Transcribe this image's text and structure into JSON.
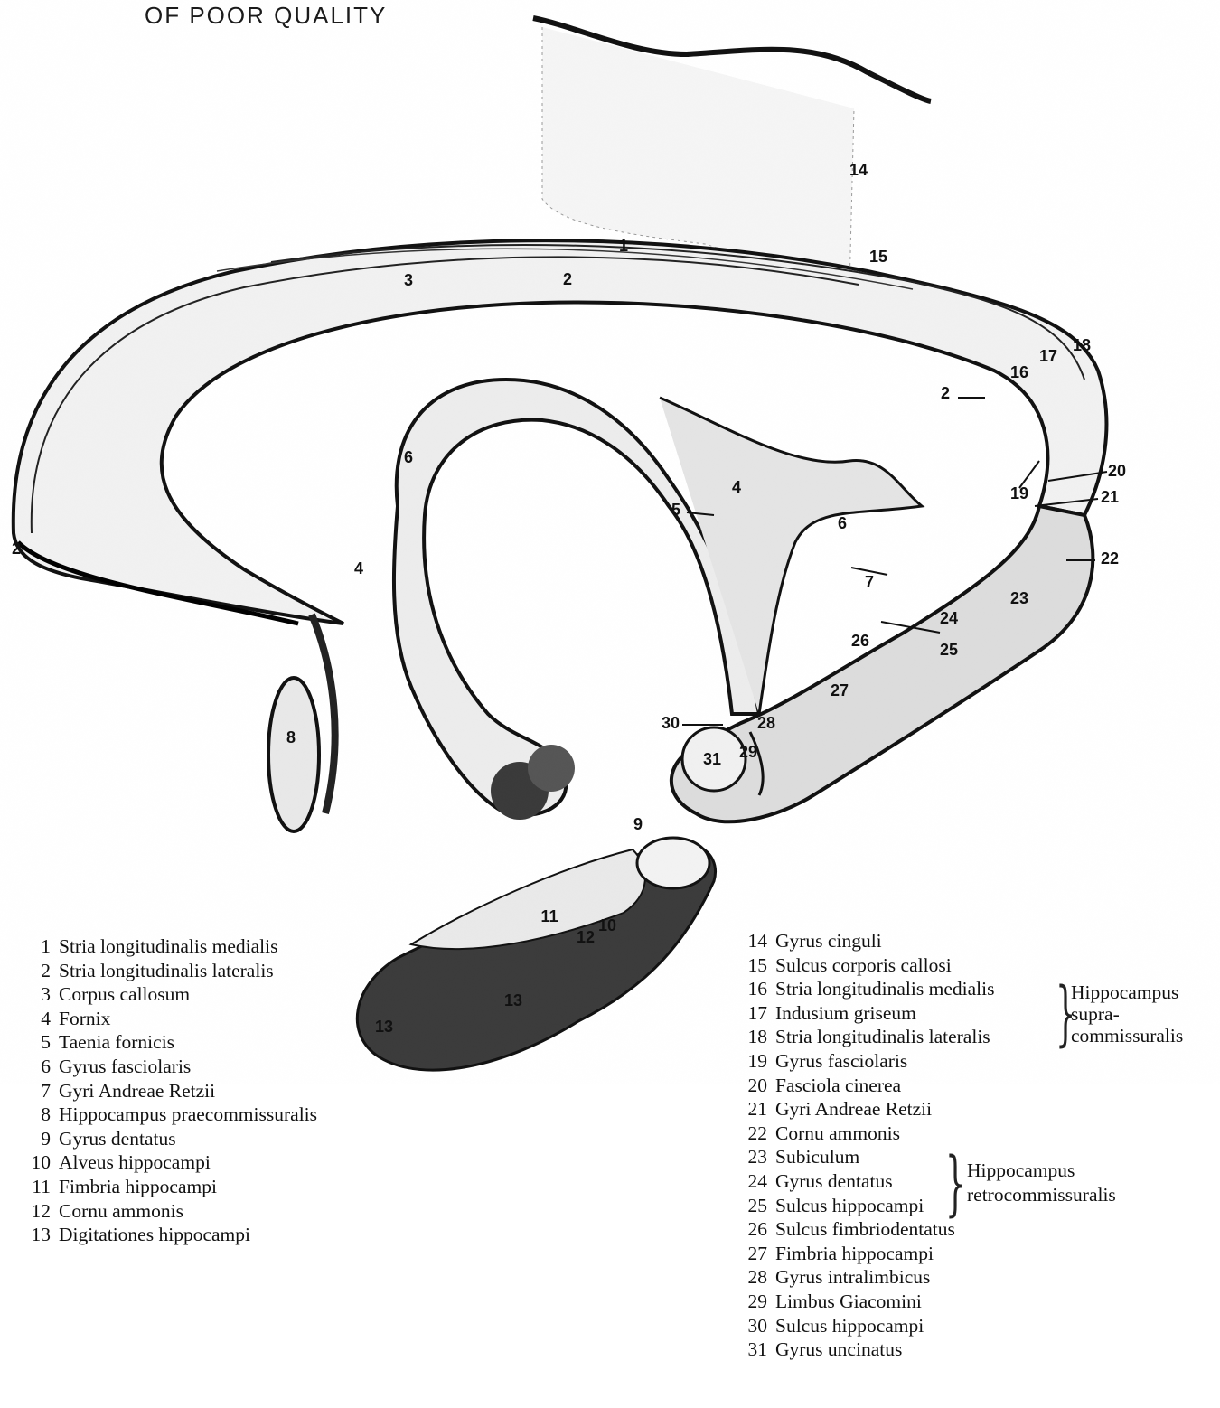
{
  "header": "OF POOR QUALITY",
  "diagram_labels": [
    "1",
    "2",
    "3",
    "4",
    "5",
    "6",
    "7",
    "8",
    "9",
    "10",
    "11",
    "12",
    "13",
    "14",
    "15",
    "16",
    "17",
    "18",
    "19",
    "20",
    "21",
    "22",
    "23",
    "24",
    "25",
    "26",
    "27",
    "28",
    "29",
    "30",
    "31"
  ],
  "legend_left": [
    {
      "num": "1",
      "text": "Stria longitudinalis medialis"
    },
    {
      "num": "2",
      "text": "Stria longitudinalis lateralis"
    },
    {
      "num": "3",
      "text": "Corpus callosum"
    },
    {
      "num": "4",
      "text": "Fornix"
    },
    {
      "num": "5",
      "text": "Taenia fornicis"
    },
    {
      "num": "6",
      "text": "Gyrus fasciolaris"
    },
    {
      "num": "7",
      "text": "Gyri Andreae Retzii"
    },
    {
      "num": "8",
      "text": "Hippocampus praecommissuralis"
    },
    {
      "num": "9",
      "text": "Gyrus dentatus"
    },
    {
      "num": "10",
      "text": "Alveus hippocampi"
    },
    {
      "num": "11",
      "text": "Fimbria hippocampi"
    },
    {
      "num": "12",
      "text": "Cornu ammonis"
    },
    {
      "num": "13",
      "text": "Digitationes hippocampi"
    }
  ],
  "legend_right": [
    {
      "num": "14",
      "text": "Gyrus cinguli"
    },
    {
      "num": "15",
      "text": "Sulcus corporis callosi"
    },
    {
      "num": "16",
      "text": "Stria longitudinalis medialis"
    },
    {
      "num": "17",
      "text": "Indusium griseum"
    },
    {
      "num": "18",
      "text": "Stria longitudinalis lateralis"
    },
    {
      "num": "19",
      "text": "Gyrus fasciolaris"
    },
    {
      "num": "20",
      "text": "Fasciola cinerea"
    },
    {
      "num": "21",
      "text": "Gyri Andreae Retzii"
    },
    {
      "num": "22",
      "text": "Cornu ammonis"
    },
    {
      "num": "23",
      "text": "Subiculum"
    },
    {
      "num": "24",
      "text": "Gyrus dentatus"
    },
    {
      "num": "25",
      "text": "Sulcus hippocampi"
    },
    {
      "num": "26",
      "text": "Sulcus fimbriodentatus"
    },
    {
      "num": "27",
      "text": "Fimbria hippocampi"
    },
    {
      "num": "28",
      "text": "Gyrus intralimbicus"
    },
    {
      "num": "29",
      "text": "Limbus Giacomini"
    },
    {
      "num": "30",
      "text": "Sulcus hippocampi"
    },
    {
      "num": "31",
      "text": "Gyrus uncinatus"
    }
  ],
  "groups": {
    "supra": [
      "Hippocampus",
      "supra-",
      "commissuralis"
    ],
    "retro": [
      "Hippocampus",
      "retrocommissuralis"
    ]
  }
}
